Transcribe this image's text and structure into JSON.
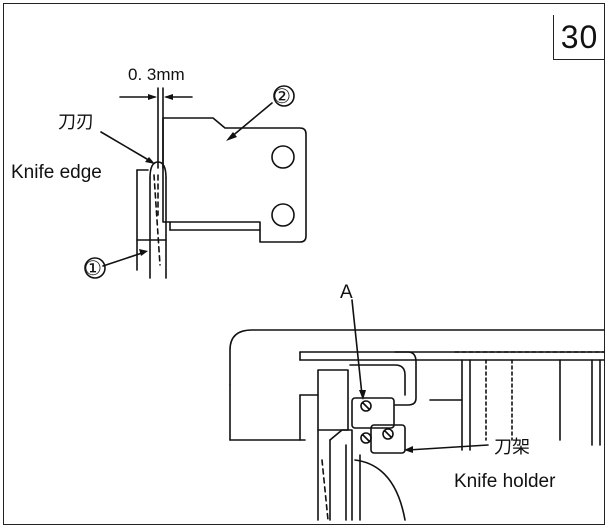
{
  "page_number": "30",
  "labels": {
    "dimension": "0. 3mm",
    "part_2": "②",
    "part_1": "①",
    "knife_edge_cn": "刀刃",
    "knife_edge_en": "Knife edge",
    "point_a": "A",
    "knife_holder_cn": "刀架",
    "knife_holder_en": "Knife holder"
  }
}
